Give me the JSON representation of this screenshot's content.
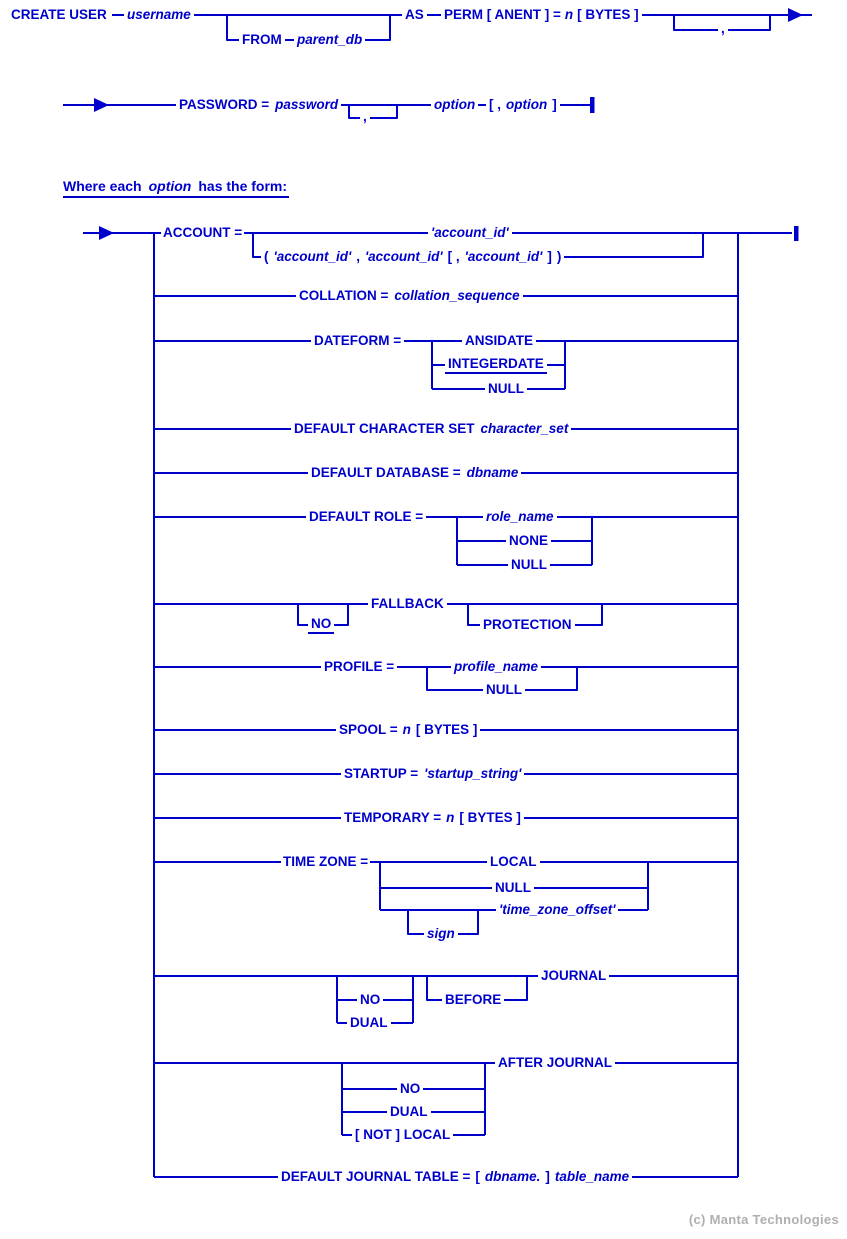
{
  "colors": {
    "accent": "#0000CC",
    "footer": "#AFAFAF"
  },
  "main_rule": {
    "create_user": "CREATE USER",
    "username": "username",
    "from_kw": "FROM",
    "parent_db": "parent_db",
    "as_kw": "AS",
    "perm_kw": "PERM [ ANENT ] =",
    "n_var": "n",
    "bytes_kw": "[ BYTES ]",
    "loop_comma": ",",
    "password_kw": "PASSWORD =",
    "password_var": "password",
    "password_loop_comma": ",",
    "option_var": "option",
    "option_repeat_open": "[ ,",
    "option_repeat_var": "option",
    "option_repeat_close": "]"
  },
  "note": {
    "pre": "Where each",
    "var": "option",
    "post": "has the form:"
  },
  "options": {
    "account": {
      "kw": "ACCOUNT =",
      "single": "'account_id'",
      "list": [
        "(",
        "'account_id'",
        ",",
        "'account_id'",
        "[ ,",
        "'account_id'",
        "]",
        ")"
      ]
    },
    "collation": {
      "kw": "COLLATION =",
      "var": "collation_sequence"
    },
    "dateform": {
      "kw": "DATEFORM =",
      "ansidate": "ANSIDATE",
      "integerdate": "INTEGERDATE",
      "null_kw": "NULL"
    },
    "charset": {
      "kw": "DEFAULT CHARACTER SET",
      "var": "character_set"
    },
    "database": {
      "kw": "DEFAULT DATABASE =",
      "var": "dbname"
    },
    "role": {
      "kw": "DEFAULT ROLE =",
      "var": "role_name",
      "none_kw": "NONE",
      "null_kw": "NULL"
    },
    "fallback": {
      "no_kw": "NO",
      "kw": "FALLBACK",
      "protection_kw": "PROTECTION"
    },
    "profile": {
      "kw": "PROFILE =",
      "var": "profile_name",
      "null_kw": "NULL"
    },
    "spool": {
      "kw": "SPOOL =",
      "n_var": "n",
      "bytes_kw": "[ BYTES ]"
    },
    "startup": {
      "kw": "STARTUP =",
      "var": "'startup_string'"
    },
    "temporary": {
      "kw": "TEMPORARY =",
      "n_var": "n",
      "bytes_kw": "[ BYTES ]"
    },
    "timezone": {
      "kw": "TIME ZONE =",
      "local_kw": "LOCAL",
      "null_kw": "NULL",
      "offset_var": "'time_zone_offset'",
      "sign_var": "sign"
    },
    "journal": {
      "no_kw": "NO",
      "dual_kw": "DUAL",
      "before_kw": "BEFORE",
      "kw": "JOURNAL"
    },
    "after_journal": {
      "kw": "AFTER JOURNAL",
      "no_kw": "NO",
      "dual_kw": "DUAL",
      "not_local_kw": "[ NOT ] LOCAL"
    },
    "default_journal_table": {
      "kw": "DEFAULT JOURNAL TABLE =",
      "open": "[",
      "dbname_var": "dbname.",
      "close": "]",
      "table_var": "table_name"
    }
  },
  "footer": {
    "copyright": "(c) Manta Technologies"
  }
}
